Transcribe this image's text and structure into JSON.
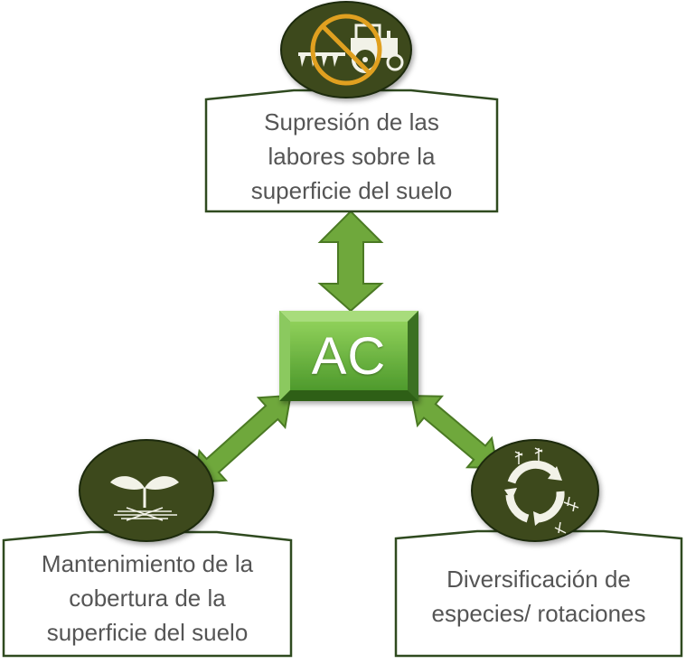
{
  "center": {
    "label": "AC"
  },
  "nodes": {
    "top": {
      "lines": [
        "Supresión de las",
        "labores sobre la",
        "superficie del suelo"
      ],
      "icon": "no-tillage-tractor-icon"
    },
    "left": {
      "lines": [
        "Mantenimiento de la",
        "cobertura de la",
        "superficie del suelo"
      ],
      "icon": "seedling-mulch-icon"
    },
    "right": {
      "lines": [
        "Diversificación de",
        "especies/ rotaciones"
      ],
      "icon": "crop-rotation-cycle-icon"
    }
  },
  "colors": {
    "box_border": "#2f4a1f",
    "icon_circle": "#3d4a1a",
    "arrow_fill": "#6fa83c",
    "arrow_stroke": "#4b7a24",
    "ac_light": "#7cbf4a",
    "ac_dark": "#3f7a23",
    "text": "#555555"
  }
}
